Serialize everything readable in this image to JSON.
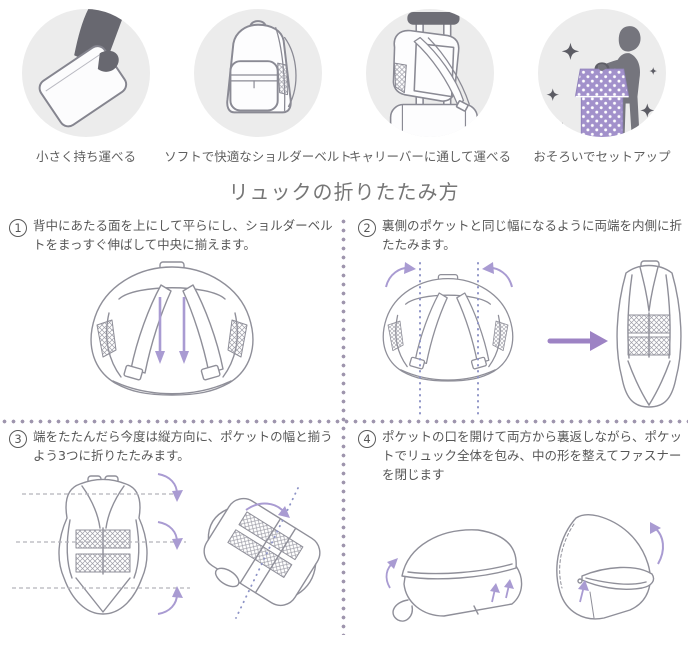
{
  "features": [
    {
      "icon": "folded-pouch-hand-icon",
      "label": "小さく持ち運べる"
    },
    {
      "icon": "backpack-front-icon",
      "label": "ソフトで快適なショルダーベルト"
    },
    {
      "icon": "backpack-on-carry-bar-icon",
      "label": "キャリーバーに通して運べる"
    },
    {
      "icon": "matching-set-person-icon",
      "label": "おそろいでセットアップ"
    }
  ],
  "section_title": "リュックの折りたたみ方",
  "steps": [
    {
      "number": "1",
      "text": "背中にあたる面を上にして平らにし、ショルダーベルトをまっすぐ伸ばして中央に揃えます。"
    },
    {
      "number": "2",
      "text": "裏側のポケットと同じ幅になるように両端を内側に折たたみます。"
    },
    {
      "number": "3",
      "text": "端をたたんだら今度は縦方向に、ポケットの幅と揃うよう3つに折りたたみます。"
    },
    {
      "number": "4",
      "text": "ポケットの口を開けて両方から裏返しながら、ポケットでリュック全体を包み、中の形を整えてファスナーを閉じます"
    }
  ],
  "colors": {
    "icon_circle_bg": "#ececec",
    "line_art": "#8f8f99",
    "dark_silhouette": "#6e6e76",
    "polka_dot_purple": "#a291cb",
    "arrow_purple": "#a99bd2",
    "big_arrow_purple": "#9d83c4",
    "fold_line_blue": "#8d93c6",
    "divider_dot": "#9e95ad",
    "text": "#565656"
  }
}
